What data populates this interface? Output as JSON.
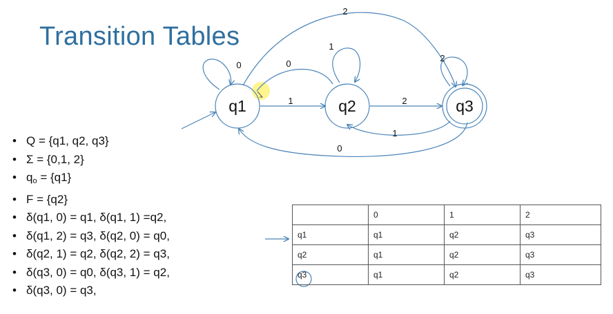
{
  "title": "Transition Tables",
  "diagram": {
    "states": [
      "q1",
      "q2",
      "q3"
    ],
    "edge_labels": {
      "q1_self": "0",
      "q1_to_q2_top": "0",
      "q2_self": "1",
      "q1_to_q3_arc": "2",
      "q3_self": "2",
      "q1_to_q2": "1",
      "q2_to_q3": "2",
      "q3_to_q2": "1",
      "q3_to_q1": "0"
    }
  },
  "bullets": {
    "states_set": "Q = {q1, q2, q3}",
    "alphabet": "Σ = {0,1, 2}",
    "start_prefix": "q",
    "start_sub": "o",
    "start_suffix": " = {q1}",
    "final": "F = {q2}",
    "delta1": "δ(q1, 0) = q1,  δ(q1, 1) =q2,",
    "delta2": "δ(q1, 2) = q3,  δ(q2, 0) = q0,",
    "delta3": "δ(q2, 1) = q2,  δ(q2, 2) = q3,",
    "delta4": "δ(q3, 0) = q0,  δ(q3, 1) = q2,",
    "delta5": "δ(q3, 0) = q3,"
  },
  "table": {
    "header": [
      "",
      "0",
      "1",
      "2"
    ],
    "rows": [
      [
        "q1",
        "q1",
        "q2",
        "q3"
      ],
      [
        "q2",
        "q1",
        "q2",
        "q3"
      ],
      [
        "q3",
        "q1",
        "q2",
        "q3"
      ]
    ]
  },
  "colors": {
    "title": "#2f6f9f",
    "arrow": "#4a84b8",
    "highlight": "#fff27a"
  }
}
